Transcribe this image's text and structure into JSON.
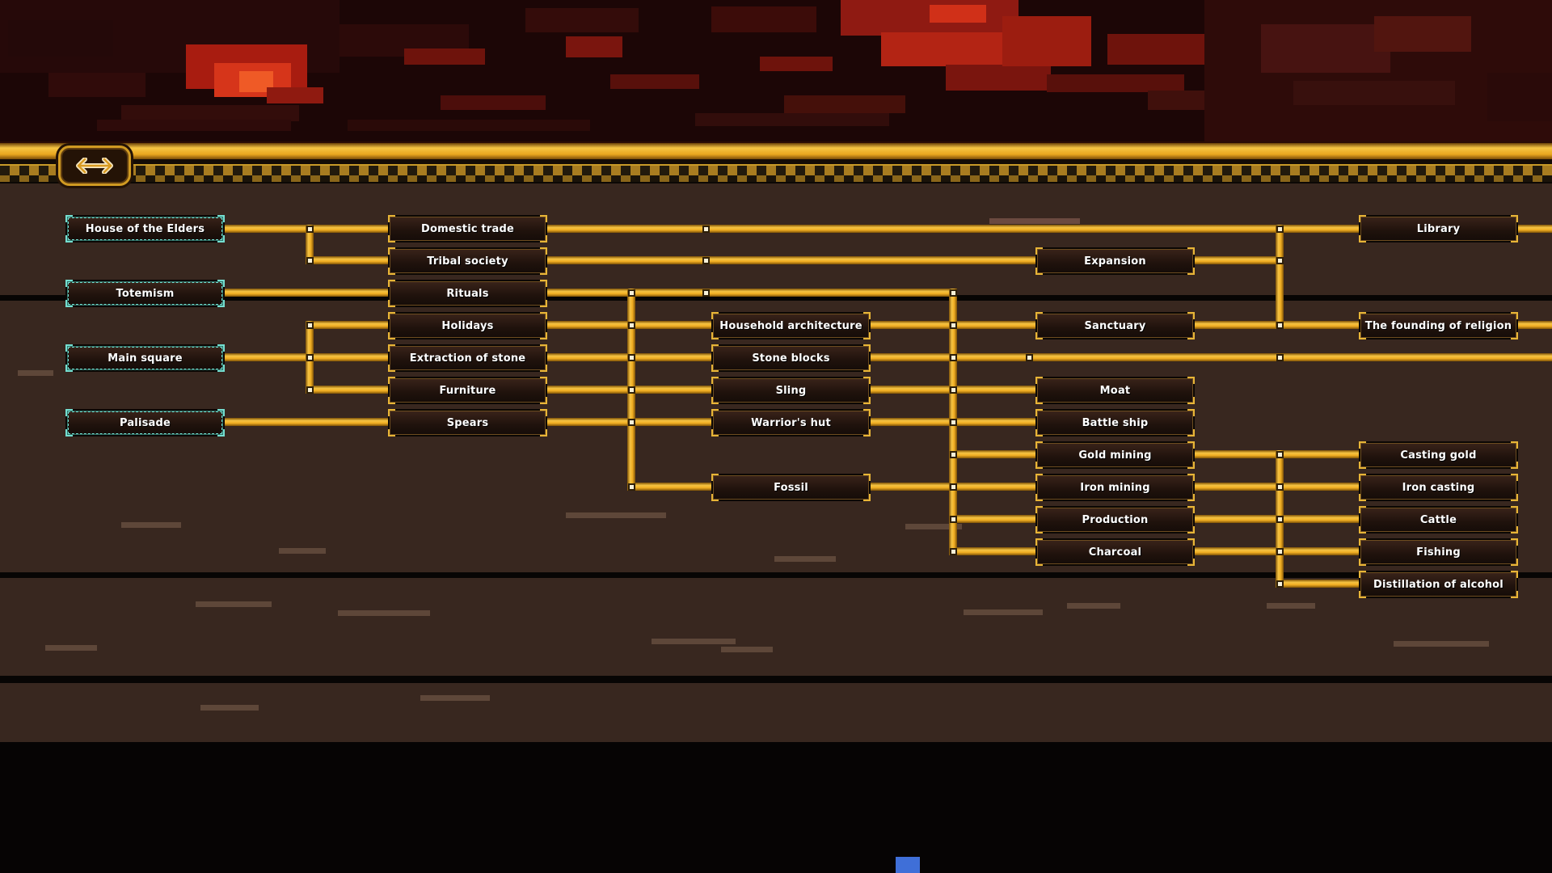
{
  "top_bar": {
    "collapse_button": {
      "icon": "double-horizontal-arrow"
    }
  },
  "tech_tree": {
    "colors": {
      "line_gold": "#f0b22c",
      "bar_gold": "#e8b02a",
      "node_border_gold": "#e8b537",
      "researched_accent": "#74ded0",
      "background_brown": "#38271f"
    },
    "nodes": [
      {
        "id": "house_of_the_elders",
        "label": "House of the Elders",
        "col": 1,
        "row": 1,
        "state": "researched"
      },
      {
        "id": "totemism",
        "label": "Totemism",
        "col": 1,
        "row": 3,
        "state": "researched"
      },
      {
        "id": "main_square",
        "label": "Main square",
        "col": 1,
        "row": 5,
        "state": "researched"
      },
      {
        "id": "palisade",
        "label": "Palisade",
        "col": 1,
        "row": 7,
        "state": "researched"
      },
      {
        "id": "domestic_trade",
        "label": "Domestic trade",
        "col": 2,
        "row": 1,
        "state": "available"
      },
      {
        "id": "tribal_society",
        "label": "Tribal society",
        "col": 2,
        "row": 2,
        "state": "available"
      },
      {
        "id": "rituals",
        "label": "Rituals",
        "col": 2,
        "row": 3,
        "state": "available"
      },
      {
        "id": "holidays",
        "label": "Holidays",
        "col": 2,
        "row": 4,
        "state": "available"
      },
      {
        "id": "extraction_of_stone",
        "label": "Extraction of stone",
        "col": 2,
        "row": 5,
        "state": "available"
      },
      {
        "id": "furniture",
        "label": "Furniture",
        "col": 2,
        "row": 6,
        "state": "available"
      },
      {
        "id": "spears",
        "label": "Spears",
        "col": 2,
        "row": 7,
        "state": "available"
      },
      {
        "id": "household_architecture",
        "label": "Household architecture",
        "col": 3,
        "row": 4,
        "state": "locked"
      },
      {
        "id": "stone_blocks",
        "label": "Stone blocks",
        "col": 3,
        "row": 5,
        "state": "locked"
      },
      {
        "id": "sling",
        "label": "Sling",
        "col": 3,
        "row": 6,
        "state": "locked"
      },
      {
        "id": "warriors_hut",
        "label": "Warrior's hut",
        "col": 3,
        "row": 7,
        "state": "locked"
      },
      {
        "id": "fossil",
        "label": "Fossil",
        "col": 3,
        "row": 9,
        "state": "locked"
      },
      {
        "id": "expansion",
        "label": "Expansion",
        "col": 4,
        "row": 2,
        "state": "locked"
      },
      {
        "id": "sanctuary",
        "label": "Sanctuary",
        "col": 4,
        "row": 4,
        "state": "locked"
      },
      {
        "id": "moat",
        "label": "Moat",
        "col": 4,
        "row": 6,
        "state": "locked"
      },
      {
        "id": "battle_ship",
        "label": "Battle ship",
        "col": 4,
        "row": 7,
        "state": "locked"
      },
      {
        "id": "gold_mining",
        "label": "Gold mining",
        "col": 4,
        "row": 8,
        "state": "locked"
      },
      {
        "id": "iron_mining",
        "label": "Iron mining",
        "col": 4,
        "row": 9,
        "state": "locked"
      },
      {
        "id": "production",
        "label": "Production",
        "col": 4,
        "row": 10,
        "state": "locked"
      },
      {
        "id": "charcoal",
        "label": "Charcoal",
        "col": 4,
        "row": 11,
        "state": "locked"
      },
      {
        "id": "library",
        "label": "Library",
        "col": 5,
        "row": 1,
        "state": "locked"
      },
      {
        "id": "founding_of_religion",
        "label": "The founding of religion",
        "col": 5,
        "row": 4,
        "state": "locked"
      },
      {
        "id": "casting_gold",
        "label": "Casting gold",
        "col": 5,
        "row": 8,
        "state": "locked"
      },
      {
        "id": "iron_casting",
        "label": "Iron casting",
        "col": 5,
        "row": 9,
        "state": "locked"
      },
      {
        "id": "cattle",
        "label": "Cattle",
        "col": 5,
        "row": 10,
        "state": "locked"
      },
      {
        "id": "fishing",
        "label": "Fishing",
        "col": 5,
        "row": 11,
        "state": "locked"
      },
      {
        "id": "distillation_of_alcohol",
        "label": "Distillation of alcohol",
        "col": 5,
        "row": 12,
        "state": "locked"
      }
    ],
    "edges": [
      [
        "house_of_the_elders",
        "domestic_trade"
      ],
      [
        "house_of_the_elders",
        "tribal_society"
      ],
      [
        "totemism",
        "rituals"
      ],
      [
        "main_square",
        "holidays"
      ],
      [
        "main_square",
        "extraction_of_stone"
      ],
      [
        "main_square",
        "furniture"
      ],
      [
        "palisade",
        "spears"
      ],
      [
        "domestic_trade",
        "library"
      ],
      [
        "tribal_society",
        "expansion"
      ],
      [
        "rituals",
        "fossil"
      ],
      [
        "rituals",
        "moat"
      ],
      [
        "rituals",
        "gold_mining"
      ],
      [
        "rituals",
        "production"
      ],
      [
        "rituals",
        "charcoal"
      ],
      [
        "holidays",
        "household_architecture"
      ],
      [
        "extraction_of_stone",
        "stone_blocks"
      ],
      [
        "furniture",
        "sling"
      ],
      [
        "spears",
        "warriors_hut"
      ],
      [
        "household_architecture",
        "sanctuary"
      ],
      [
        "sling",
        "moat"
      ],
      [
        "warriors_hut",
        "battle_ship"
      ],
      [
        "fossil",
        "iron_mining"
      ],
      [
        "expansion",
        "library"
      ],
      [
        "expansion",
        "founding_of_religion"
      ],
      [
        "sanctuary",
        "founding_of_religion"
      ],
      [
        "gold_mining",
        "casting_gold"
      ],
      [
        "iron_mining",
        "iron_casting"
      ],
      [
        "production",
        "cattle"
      ],
      [
        "production",
        "distillation_of_alcohol"
      ],
      [
        "charcoal",
        "fishing"
      ]
    ]
  }
}
